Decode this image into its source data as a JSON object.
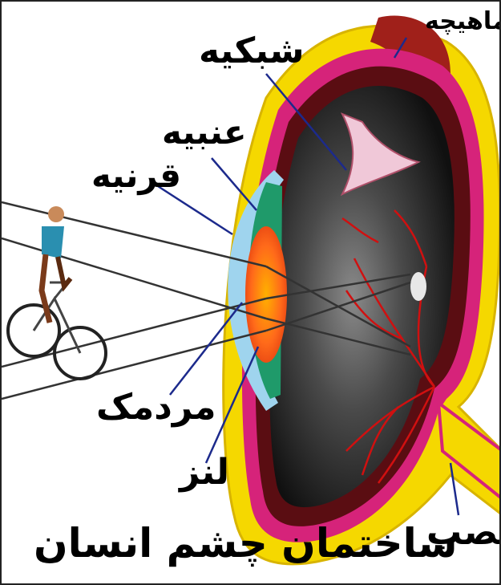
{
  "labels": {
    "muscle": "ماهیچه",
    "retina": "شبکیه",
    "iris": "عنبیه",
    "cornea": "قرنیه",
    "pupil": "مردمک",
    "lens": "لنز",
    "nerve": "عصب",
    "title": "ساختمان چشم انسان"
  },
  "colors": {
    "sclera_outer": "#f2e14a",
    "sclera_yellow": "#f5d800",
    "muscle_red": "#a0201a",
    "choroid_pink": "#d6237a",
    "retina_purple": "#7a2a8a",
    "vitreous_dark": "#1a1a1a",
    "lens_orange": "#ff6a1a",
    "cornea_blue": "#9fd4ee",
    "iris_green": "#1f9a6a",
    "vessels": "#d01010",
    "pointer_lines": "#1c2a8c",
    "light_rays": "#333333"
  },
  "icons": [
    "cyclist-figure"
  ]
}
